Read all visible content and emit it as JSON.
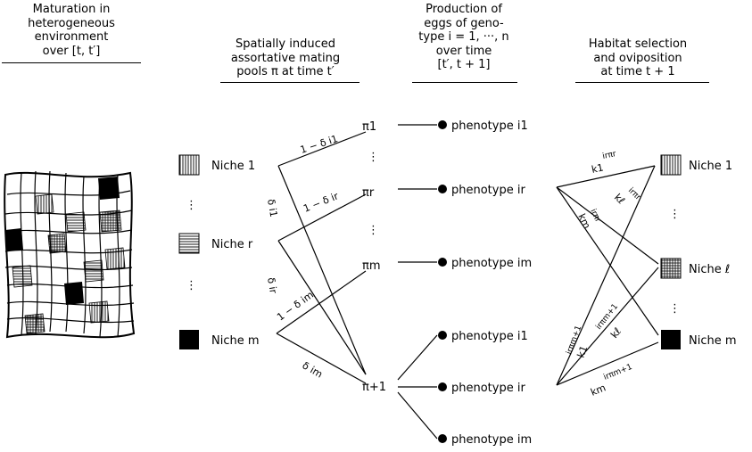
{
  "headers": {
    "maturation": [
      "Maturation in",
      "heterogeneous",
      "environment",
      "over [t, t′]"
    ],
    "mating_pools": [
      "Spatially induced",
      "assortative mating",
      "pools π at time t′"
    ],
    "production": [
      "Production of",
      "eggs of geno-",
      "type i = 1, ···, n",
      "over time",
      "[t′, t + 1]"
    ],
    "habitat": [
      "Habitat selection",
      "and oviposition",
      "at time t + 1"
    ]
  },
  "left_niches": [
    "Niche 1",
    "Niche r",
    "Niche m"
  ],
  "right_niches": [
    "Niche 1",
    "Niche ℓ",
    "Niche m"
  ],
  "pools": [
    "π1",
    "πr",
    "πm",
    "π+1"
  ],
  "phenotypes": [
    "phenotype i1",
    "phenotype ir",
    "phenotype im",
    "phenotype i1",
    "phenotype ir",
    "phenotype im"
  ],
  "edge_labels": {
    "one_minus_delta_i1": "1 − δ i1",
    "delta_i1": "δ i1",
    "one_minus_delta_ir": "1 − δ ir",
    "delta_ir": "δ ir",
    "one_minus_delta_im": "1 − δ im",
    "delta_im": "δ im",
    "k1_pir": "k1",
    "k1_pir_sup": "irπr",
    "kl_pir": "kℓ",
    "kl_pir_sup": "irπr",
    "km_pir": "km",
    "km_pir_sup": "irπr",
    "k1_pm1": "k1",
    "k1_pm1_sup": "irπm+1",
    "kl_pm1": "kℓ",
    "kl_pm1_sup": "irπm+1",
    "km_pm1": "km",
    "km_pm1_sup": "irπm+1"
  },
  "ellipsis": "⋮"
}
